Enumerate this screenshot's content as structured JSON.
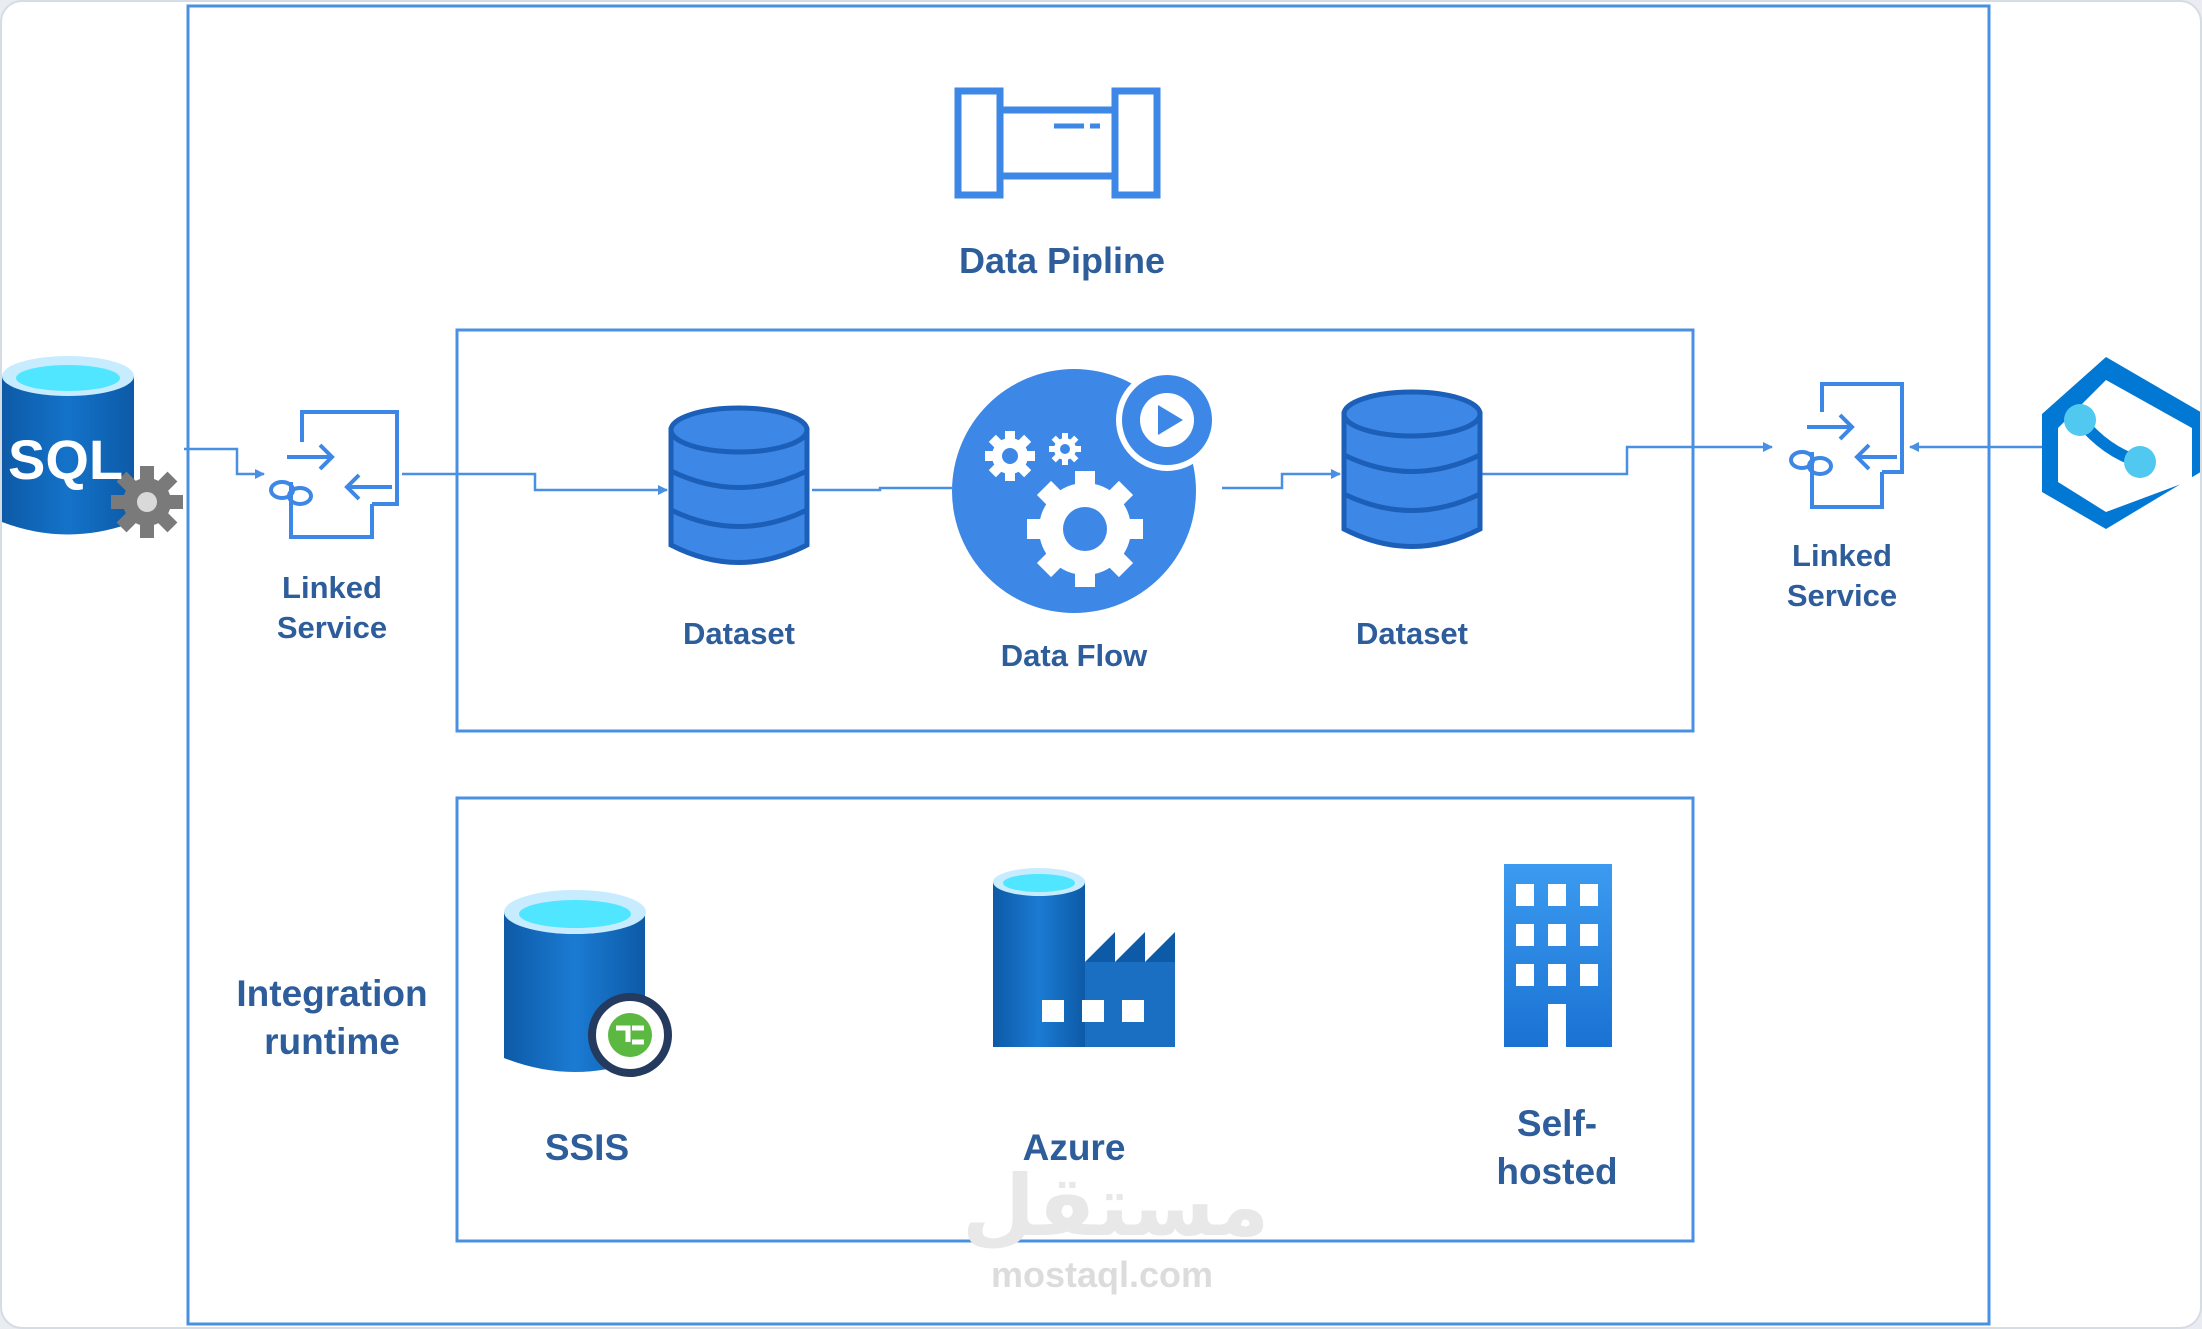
{
  "diagram": {
    "pipeline_label": "Data Pipline",
    "left_linked_service": "Linked\nService",
    "right_linked_service": "Linked\nService",
    "dataset_in": "Dataset",
    "data_flow": "Data Flow",
    "dataset_out": "Dataset",
    "integration_runtime_label": "Integration\nruntime",
    "runtime_ssis": "SSIS",
    "runtime_azure": "Azure",
    "runtime_self_hosted": "Self-\nhosted",
    "sql_badge": "SQL"
  },
  "watermark": {
    "arabic": "مستقل",
    "site": "mostaql.com"
  },
  "colors": {
    "frame_blue": "#4a90e2",
    "icon_blue": "#3d87e6",
    "label_text": "#2d5d9a",
    "db_dark": "#0d5aa7",
    "cyan": "#50e6ff",
    "synapse_dark": "#0078d4"
  }
}
